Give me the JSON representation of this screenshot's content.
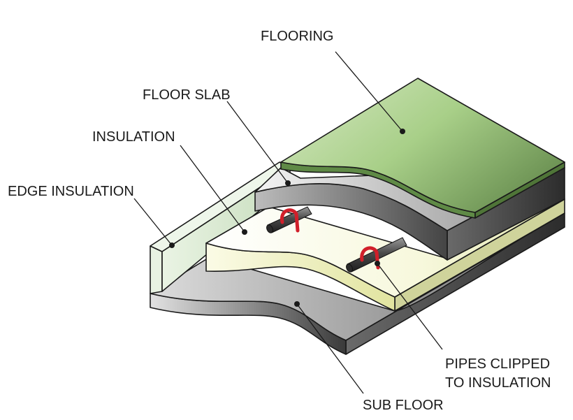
{
  "labels": {
    "flooring": "FLOORING",
    "floor_slab": "FLOOR SLAB",
    "insulation": "INSULATION",
    "edge_insulation": "EDGE INSULATION",
    "pipes_line1": "PIPES CLIPPED",
    "pipes_line2": "TO INSULATION",
    "sub_floor": "SUB FLOOR"
  },
  "colors": {
    "flooring": "#a9cf8b",
    "slab": "#9a9a9a",
    "insulation": "#f3f4cf",
    "sub_floor": "#8f8f8f",
    "edge_insulation": "#d9ead3",
    "clip": "#d11f2a"
  }
}
